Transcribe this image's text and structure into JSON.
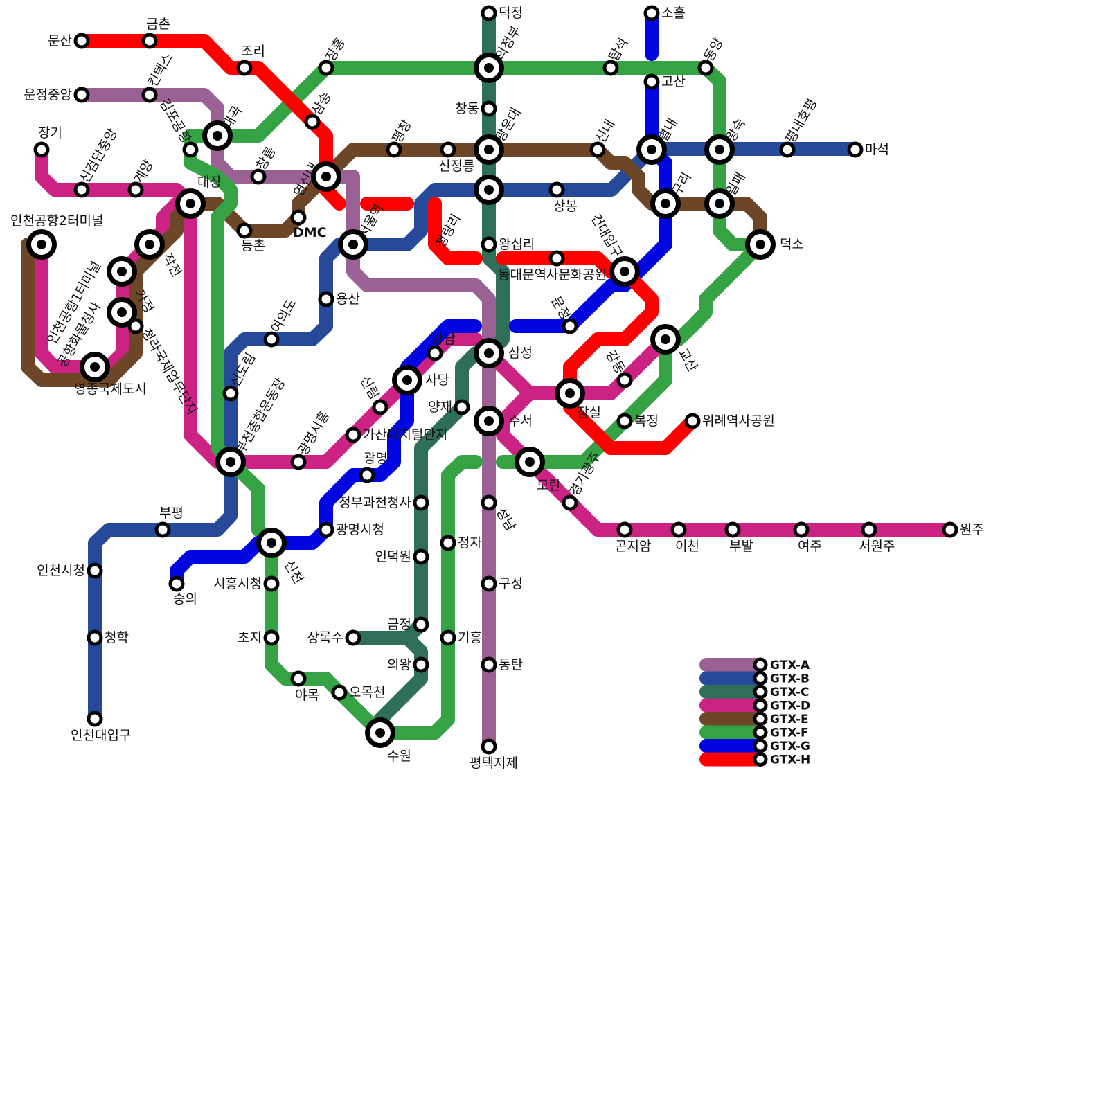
{
  "title": "",
  "lines": [
    {
      "id": "A",
      "name": "GTX-A",
      "color": "#9b6195"
    },
    {
      "id": "B",
      "name": "GTX-B",
      "color": "#264a99"
    },
    {
      "id": "C",
      "name": "GTX-C",
      "color": "#2e6e5a"
    },
    {
      "id": "D",
      "name": "GTX-D",
      "color": "#cb2283"
    },
    {
      "id": "E",
      "name": "GTX-E",
      "color": "#6d4527"
    },
    {
      "id": "F",
      "name": "GTX-F",
      "color": "#35a244"
    },
    {
      "id": "G",
      "name": "GTX-G",
      "color": "#0006e0"
    },
    {
      "id": "H",
      "name": "GTX-H",
      "color": "#ff0000"
    }
  ],
  "stations": {
    "munsan": "문산",
    "geumchon": "금촌",
    "jori": "조리",
    "unjeong": "운정중앙",
    "kintex": "킨텍스",
    "janggi": "장기",
    "gimpo": "김포공항",
    "daegok": "대곡",
    "samsong": "삼송",
    "jangheung": "장흥",
    "changneung": "창릉",
    "yeonsinnae": "연신내",
    "dmc": "DMC",
    "deungchon": "등촌",
    "daejang": "대장",
    "geomdan": "신검단중앙",
    "gyeyang": "계양",
    "airport2": "인천공항2터미널",
    "airport1": "인천공항1터미널",
    "jakjeon": "작전",
    "cargo": "공항화물청사",
    "gajeong": "가정",
    "yeongjong": "영종국제도시",
    "cheongna": "청라국제업무단지",
    "seoul": "서울역",
    "yongsan": "용산",
    "yeouido": "여의도",
    "sindorim": "신도림",
    "bucheon": "부천종합운동장",
    "gwangmyeongsiheung": "광명시흥",
    "gasan": "가산디지털단지",
    "sillim": "신림",
    "gangnam": "강남",
    "sadang": "사당",
    "yangjae": "양재",
    "gwangmyeong": "광명",
    "gwacheon": "정부과천청사",
    "gwangmyeongcity": "광명시청",
    "bupyeong": "부평",
    "incheoncity": "인천시청",
    "sungui": "숭의",
    "siheung": "시흥시청",
    "singhyeon": "신천",
    "choji": "초지",
    "cheonghak": "청학",
    "incheonuniv": "인천대입구",
    "yamok": "야목",
    "omokcheon": "오목천",
    "sangroksu": "상록수",
    "uiwang": "의왕",
    "geumjeong": "금정",
    "indeogwon": "인덕원",
    "suwon": "수원",
    "deokjeong": "덕정",
    "uijeongbu": "의정부",
    "changdong": "창동",
    "kwangwoon": "광운대",
    "cheongnyangni": "청량리",
    "wangsimni": "왕십리",
    "samseong": "삼성",
    "suseo": "수서",
    "seongnam": "성남",
    "guseong": "구성",
    "dongtan": "동탄",
    "pyeongtaek": "평택지제",
    "pyeongchang": "평창",
    "sinjeong": "신정릉",
    "sangbong": "상봉",
    "sinnae": "신내",
    "byeollae": "별내",
    "goesan": "고산",
    "soheul": "소흘",
    "tapseok": "탑석",
    "yangju": "동양",
    "wangsuk": "왕숙",
    "pyeongnae": "평내호평",
    "maseok": "마석",
    "guri": "구리",
    "ilpae": "일패",
    "deokso": "덕소",
    "konkuk": "건대입구",
    "ddp": "동대문역사문화공원",
    "munjeong": "문정",
    "jamsil": "잠실",
    "gangdong": "강동",
    "gyosan": "교산",
    "bokjeong": "복정",
    "wirye": "위례역사공원",
    "moran": "모란",
    "gyeonggigwangju": "경기광주",
    "gonjiam": "곤지암",
    "icheon": "이천",
    "bubal": "부발",
    "yeoju": "여주",
    "seowonju": "서원주",
    "wonju": "원주",
    "jeongja": "정자",
    "giheung": "기흥"
  },
  "legend": [
    "GTX-A",
    "GTX-B",
    "GTX-C",
    "GTX-D",
    "GTX-E",
    "GTX-F",
    "GTX-G",
    "GTX-H"
  ]
}
